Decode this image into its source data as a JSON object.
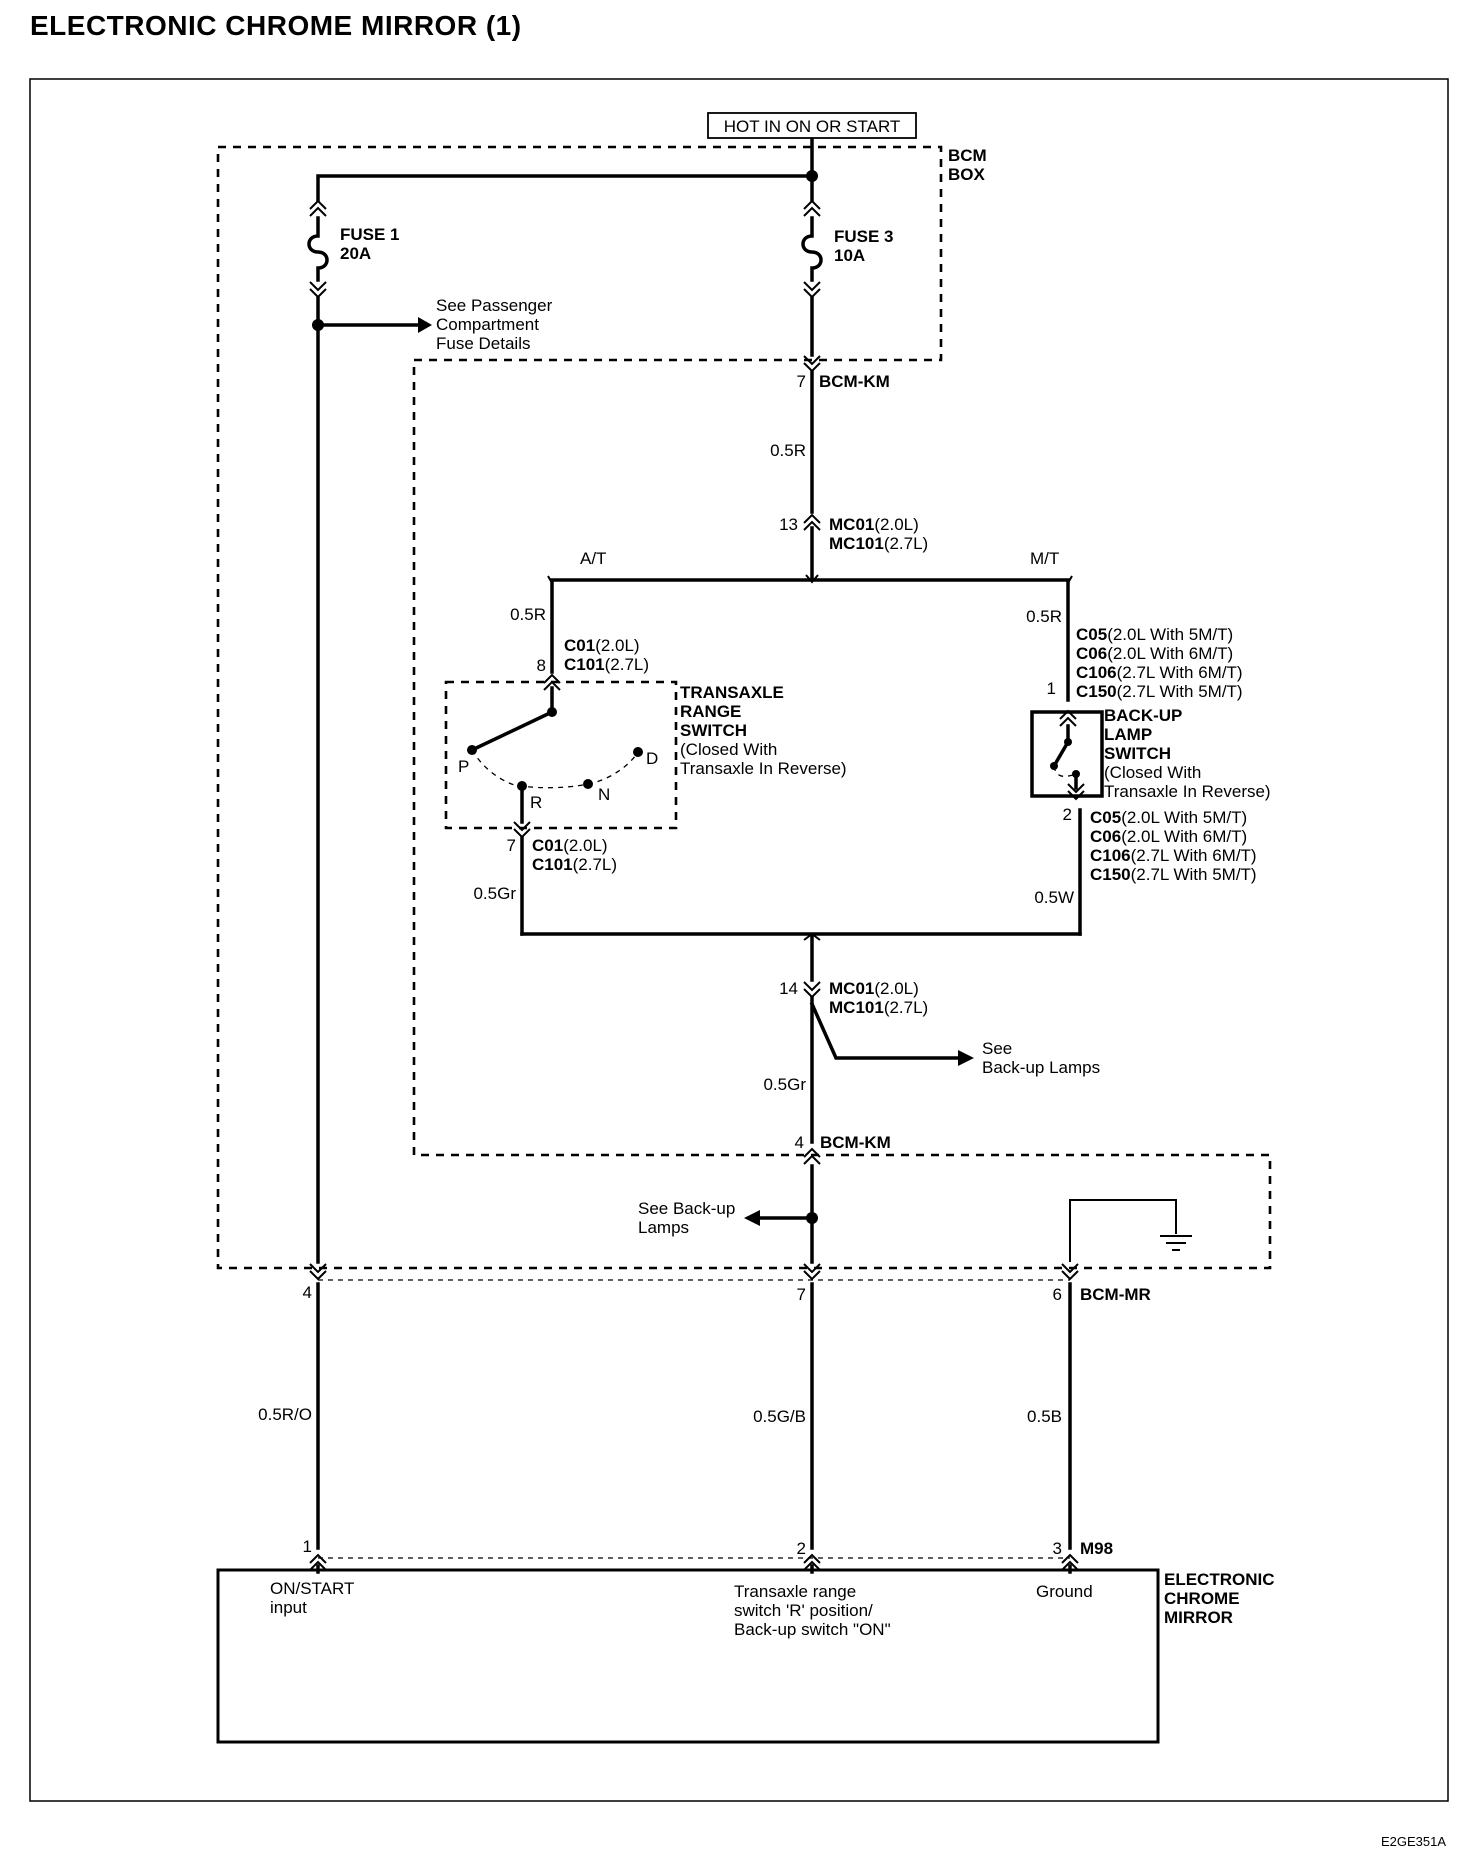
{
  "title": "ELECTRONIC CHROME MIRROR (1)",
  "figure_ref": "E2GE351A",
  "power_source": "HOT IN ON OR START",
  "bcm_box": {
    "line1": "BCM",
    "line2": "BOX"
  },
  "fuses": [
    {
      "name": "FUSE 1",
      "rating": "20A"
    },
    {
      "name": "FUSE 3",
      "rating": "10A"
    }
  ],
  "refs": {
    "passenger_fuse": [
      "See Passenger",
      "Compartment",
      "Fuse Details"
    ],
    "backup_lamps_right": [
      "See",
      "Back-up Lamps"
    ],
    "backup_lamps_left": [
      "See Back-up",
      "Lamps"
    ]
  },
  "branch_labels": {
    "at": "A/T",
    "mt": "M/T"
  },
  "pins": {
    "bcm_km_7": "7",
    "mc_13": "13",
    "c01_8": "8",
    "c01_7": "7",
    "c05_1": "1",
    "c05_2": "2",
    "mc_14": "14",
    "bcm_km_4": "4",
    "bcm_mr_4": "4",
    "bcm_mr_7": "7",
    "bcm_mr_6": "6",
    "m98_1": "1",
    "m98_2": "2",
    "m98_3": "3"
  },
  "connectors": {
    "bcm_km": "BCM-KM",
    "bcm_mr": "BCM-MR",
    "m98": "M98",
    "mc_a": {
      "name": "MC01",
      "note": "(2.0L)"
    },
    "mc_b": {
      "name": "MC101",
      "note": "(2.7L)"
    },
    "c01": {
      "name": "C01",
      "note": "(2.0L)"
    },
    "c101": {
      "name": "C101",
      "note": "(2.7L)"
    },
    "mt_connectors": [
      {
        "name": "C05",
        "note": "(2.0L With 5M/T)"
      },
      {
        "name": "C06",
        "note": "(2.0L With 6M/T)"
      },
      {
        "name": "C106",
        "note": "(2.7L With 6M/T)"
      },
      {
        "name": "C150",
        "note": "(2.7L With 5M/T)"
      }
    ]
  },
  "wires": {
    "bcm_to_mc": "0.5R",
    "at_top": "0.5R",
    "mt_top": "0.5R",
    "at_bottom": "0.5Gr",
    "mt_bottom": "0.5W",
    "mc_to_bcm": "0.5Gr",
    "on_start": "0.5R/O",
    "reverse_signal": "0.5G/B",
    "ground": "0.5B"
  },
  "transaxle_switch": {
    "title": [
      "TRANSAXLE",
      "RANGE",
      "SWITCH"
    ],
    "note": [
      "(Closed With",
      "Transaxle In Reverse)"
    ],
    "positions": {
      "p": "P",
      "r": "R",
      "n": "N",
      "d": "D"
    }
  },
  "backup_switch": {
    "title": [
      "BACK-UP",
      "LAMP",
      "SWITCH"
    ],
    "note": [
      "(Closed With",
      "Transaxle In Reverse)"
    ]
  },
  "mirror": {
    "title": [
      "ELECTRONIC",
      "CHROME",
      "MIRROR"
    ],
    "pin_on_start": [
      "ON/START",
      "input"
    ],
    "pin_reverse": [
      "Transaxle range",
      "switch 'R' position/",
      "Back-up switch \"ON\""
    ],
    "pin_ground": "Ground"
  }
}
